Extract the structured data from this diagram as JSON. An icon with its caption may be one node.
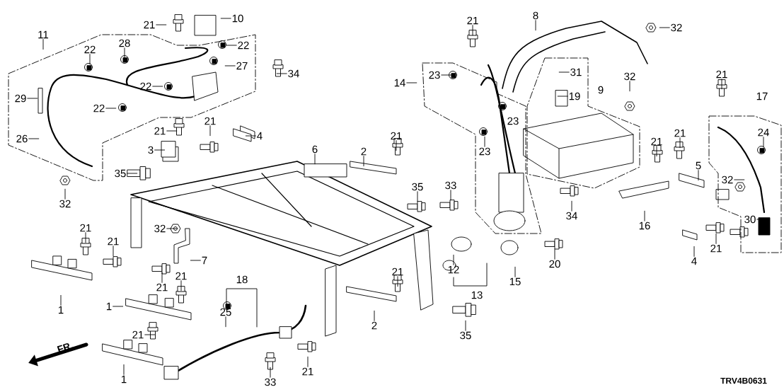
{
  "diagram": {
    "labels": [
      "21",
      "10",
      "11",
      "22",
      "28",
      "22",
      "27",
      "34",
      "29",
      "22",
      "22",
      "21",
      "21",
      "26",
      "4",
      "3",
      "6",
      "2",
      "35",
      "21",
      "8",
      "32",
      "14",
      "23",
      "31",
      "19",
      "9",
      "32",
      "21",
      "17",
      "23",
      "24",
      "21",
      "21",
      "21",
      "23",
      "5",
      "32",
      "35",
      "33",
      "32",
      "34",
      "16",
      "30",
      "21",
      "32",
      "21",
      "21",
      "7",
      "20",
      "4",
      "21",
      "21",
      "12",
      "18",
      "15",
      "21",
      "13",
      "1",
      "1",
      "25",
      "2",
      "21",
      "35",
      "FR.",
      "21",
      "1",
      "33",
      "TRV4B0631"
    ]
  }
}
